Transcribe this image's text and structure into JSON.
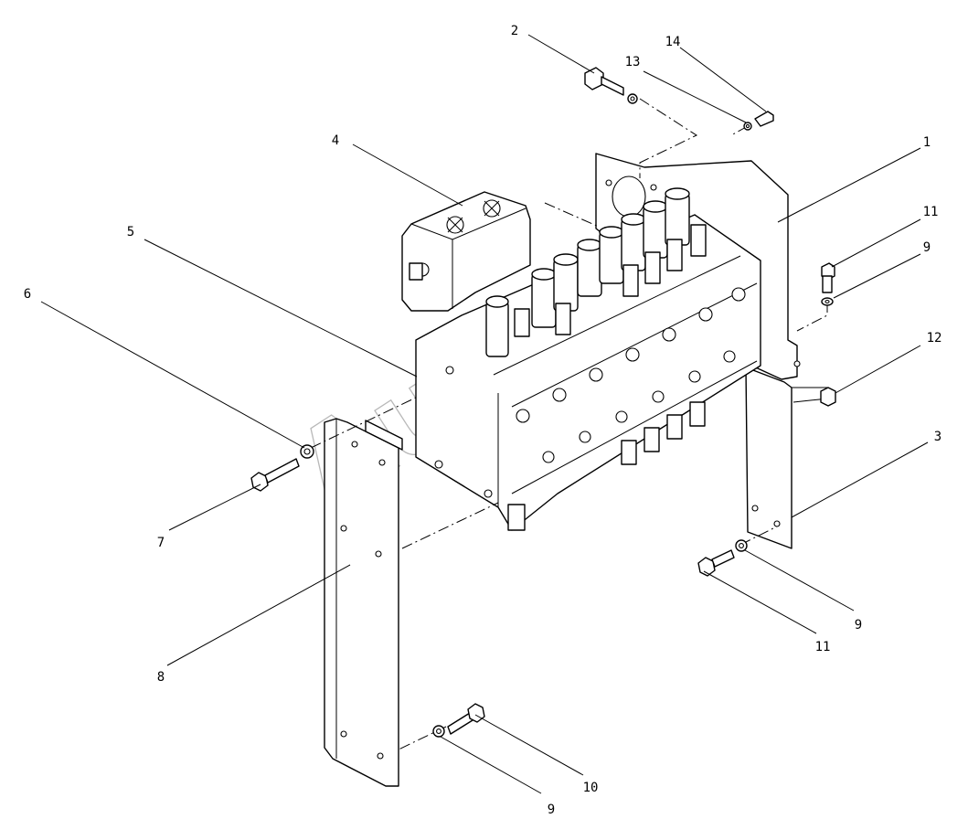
{
  "watermark": "AutoSoft",
  "callouts": [
    {
      "id": "c2",
      "text": "2"
    },
    {
      "id": "c14",
      "text": "14"
    },
    {
      "id": "c13",
      "text": "13"
    },
    {
      "id": "c4",
      "text": "4"
    },
    {
      "id": "c1",
      "text": "1"
    },
    {
      "id": "c5",
      "text": "5"
    },
    {
      "id": "c11a",
      "text": "11"
    },
    {
      "id": "c9a",
      "text": "9"
    },
    {
      "id": "c6",
      "text": "6"
    },
    {
      "id": "c12",
      "text": "12"
    },
    {
      "id": "c3",
      "text": "3"
    },
    {
      "id": "c7",
      "text": "7"
    },
    {
      "id": "c9b",
      "text": "9"
    },
    {
      "id": "c11b",
      "text": "11"
    },
    {
      "id": "c8",
      "text": "8"
    },
    {
      "id": "c10",
      "text": "10"
    },
    {
      "id": "c9c",
      "text": "9"
    }
  ]
}
